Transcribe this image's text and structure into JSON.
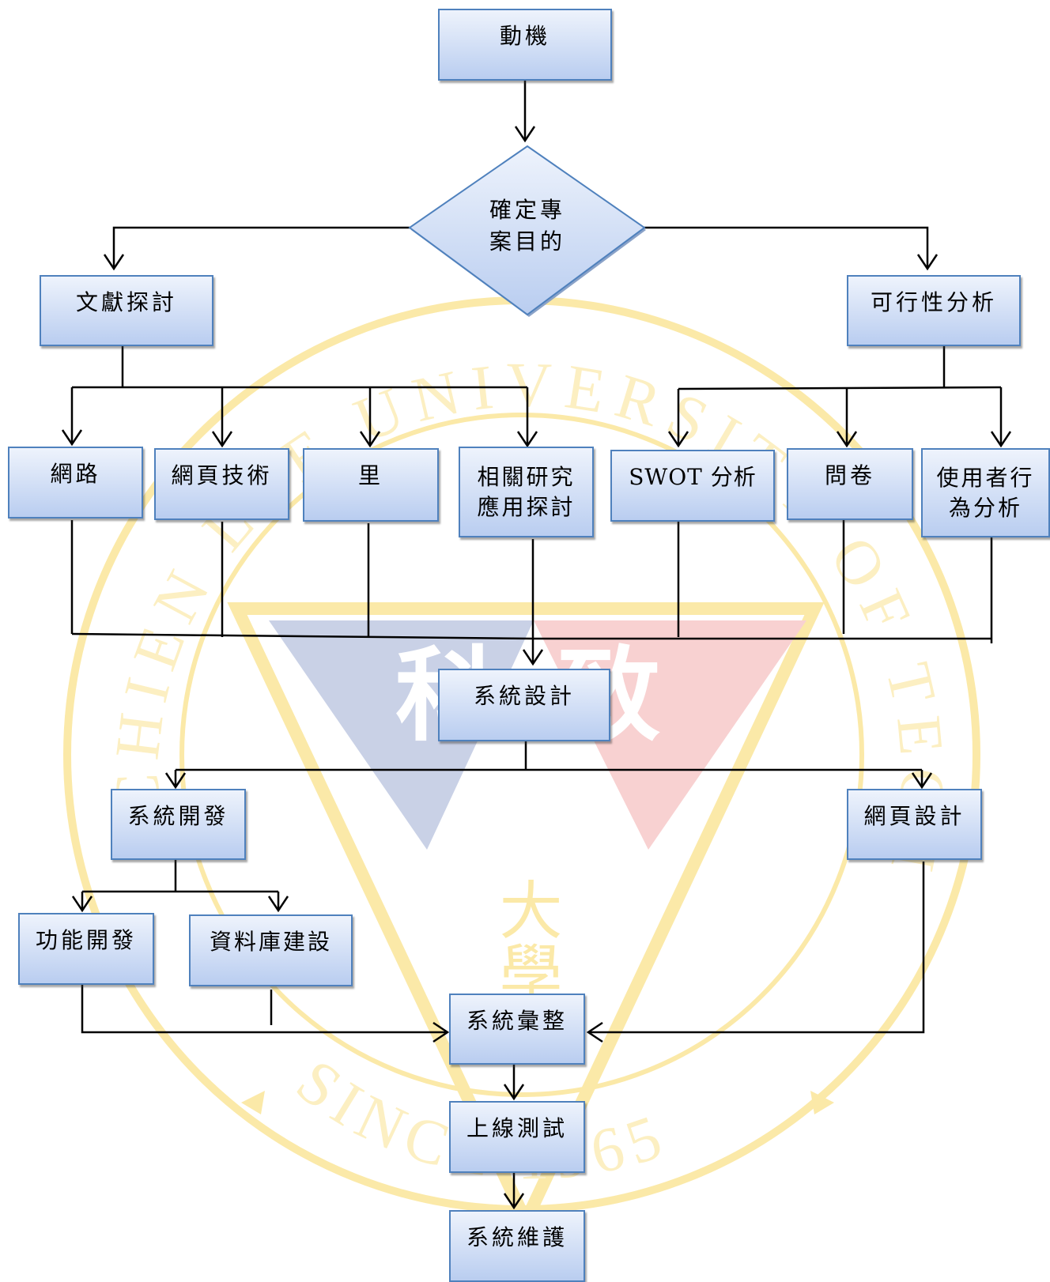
{
  "nodes": {
    "motivation": "動機",
    "objective": "確定專\n案目的",
    "literature": "文獻探討",
    "feasibility": "可行性分析",
    "network": "網路",
    "web_tech": "網頁技術",
    "li": "里",
    "related_research": "相關研究\n應用探討",
    "swot": "SWOT 分析",
    "questionnaire": "問卷",
    "user_behavior": "使用者行\n為分析",
    "system_design": "系統設計",
    "system_dev": "系統開發",
    "web_design": "網頁設計",
    "function_dev": "功能開發",
    "database": "資料庫建設",
    "integration": "系統彙整",
    "online_test": "上線測試",
    "maintenance": "系統維護"
  },
  "watermark": {
    "text_arc": "CHIEN LEE UNIVERSITY OF TECHNOLOGY",
    "since": "SINCE 1965",
    "char_left": "科",
    "char_right": "致",
    "vertical": "大學"
  },
  "colors": {
    "box_border": "#4f81bd",
    "box_top": "#eef3fc",
    "box_bottom": "#b9cdf0",
    "line": "#000000",
    "watermark_gold": "#fbe9a8",
    "watermark_blue": "#c9d1e6",
    "watermark_red": "#f8d1d1"
  }
}
